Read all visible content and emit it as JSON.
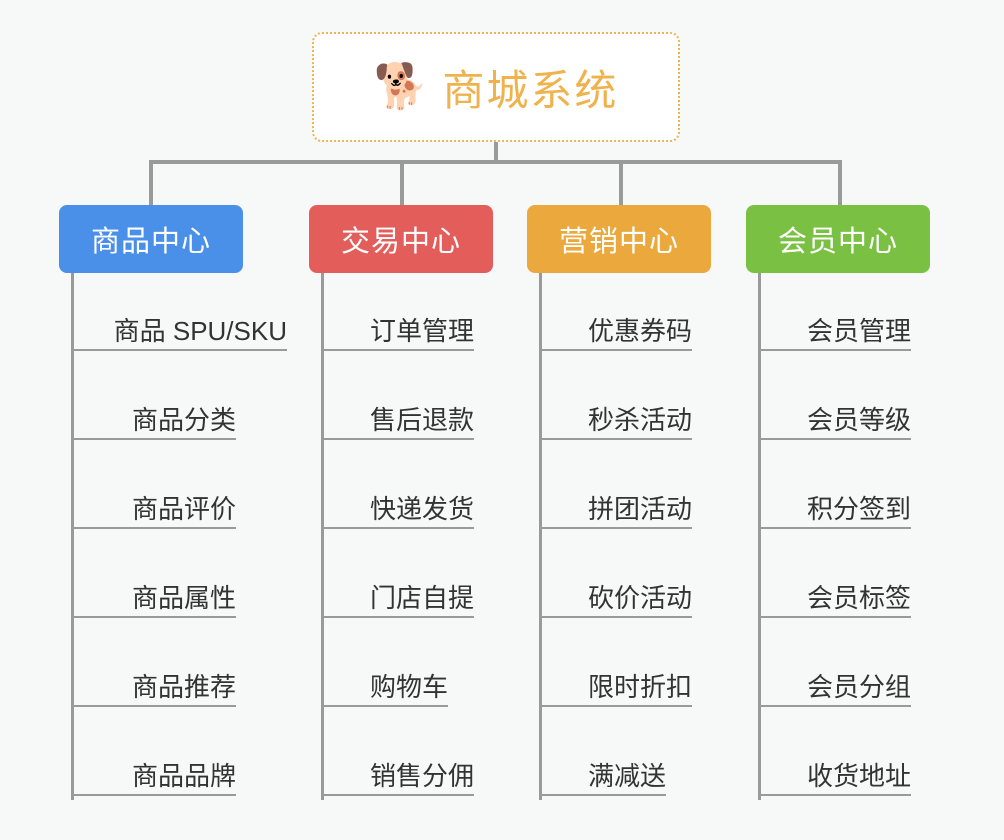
{
  "page": {
    "background_color": "#f7f8f8",
    "connector_color": "#9a9a9a"
  },
  "root": {
    "icon": "shiba-dog-face-emoji",
    "emoji": "🐕",
    "title": "商城系统",
    "text_color": "#efb24c",
    "border_color": "#efb254",
    "background_color": "#ffffff"
  },
  "columns": [
    {
      "label": "商品中心",
      "color": "#4a90e8",
      "items": [
        {
          "label": "商品 SPU/SKU"
        },
        {
          "label": "商品分类"
        },
        {
          "label": "商品评价"
        },
        {
          "label": "商品属性"
        },
        {
          "label": "商品推荐"
        },
        {
          "label": "商品品牌"
        }
      ]
    },
    {
      "label": "交易中心",
      "color": "#e35d5b",
      "items": [
        {
          "label": "订单管理"
        },
        {
          "label": "售后退款"
        },
        {
          "label": "快递发货"
        },
        {
          "label": "门店自提"
        },
        {
          "label": "购物车"
        },
        {
          "label": "销售分佣"
        }
      ]
    },
    {
      "label": "营销中心",
      "color": "#eaa83d",
      "items": [
        {
          "label": "优惠券码"
        },
        {
          "label": "秒杀活动"
        },
        {
          "label": "拼团活动"
        },
        {
          "label": "砍价活动"
        },
        {
          "label": "限时折扣"
        },
        {
          "label": "满减送"
        }
      ]
    },
    {
      "label": "会员中心",
      "color": "#7ac143",
      "items": [
        {
          "label": "会员管理"
        },
        {
          "label": "会员等级"
        },
        {
          "label": "积分签到"
        },
        {
          "label": "会员标签"
        },
        {
          "label": "会员分组"
        },
        {
          "label": "收货地址"
        }
      ]
    }
  ]
}
